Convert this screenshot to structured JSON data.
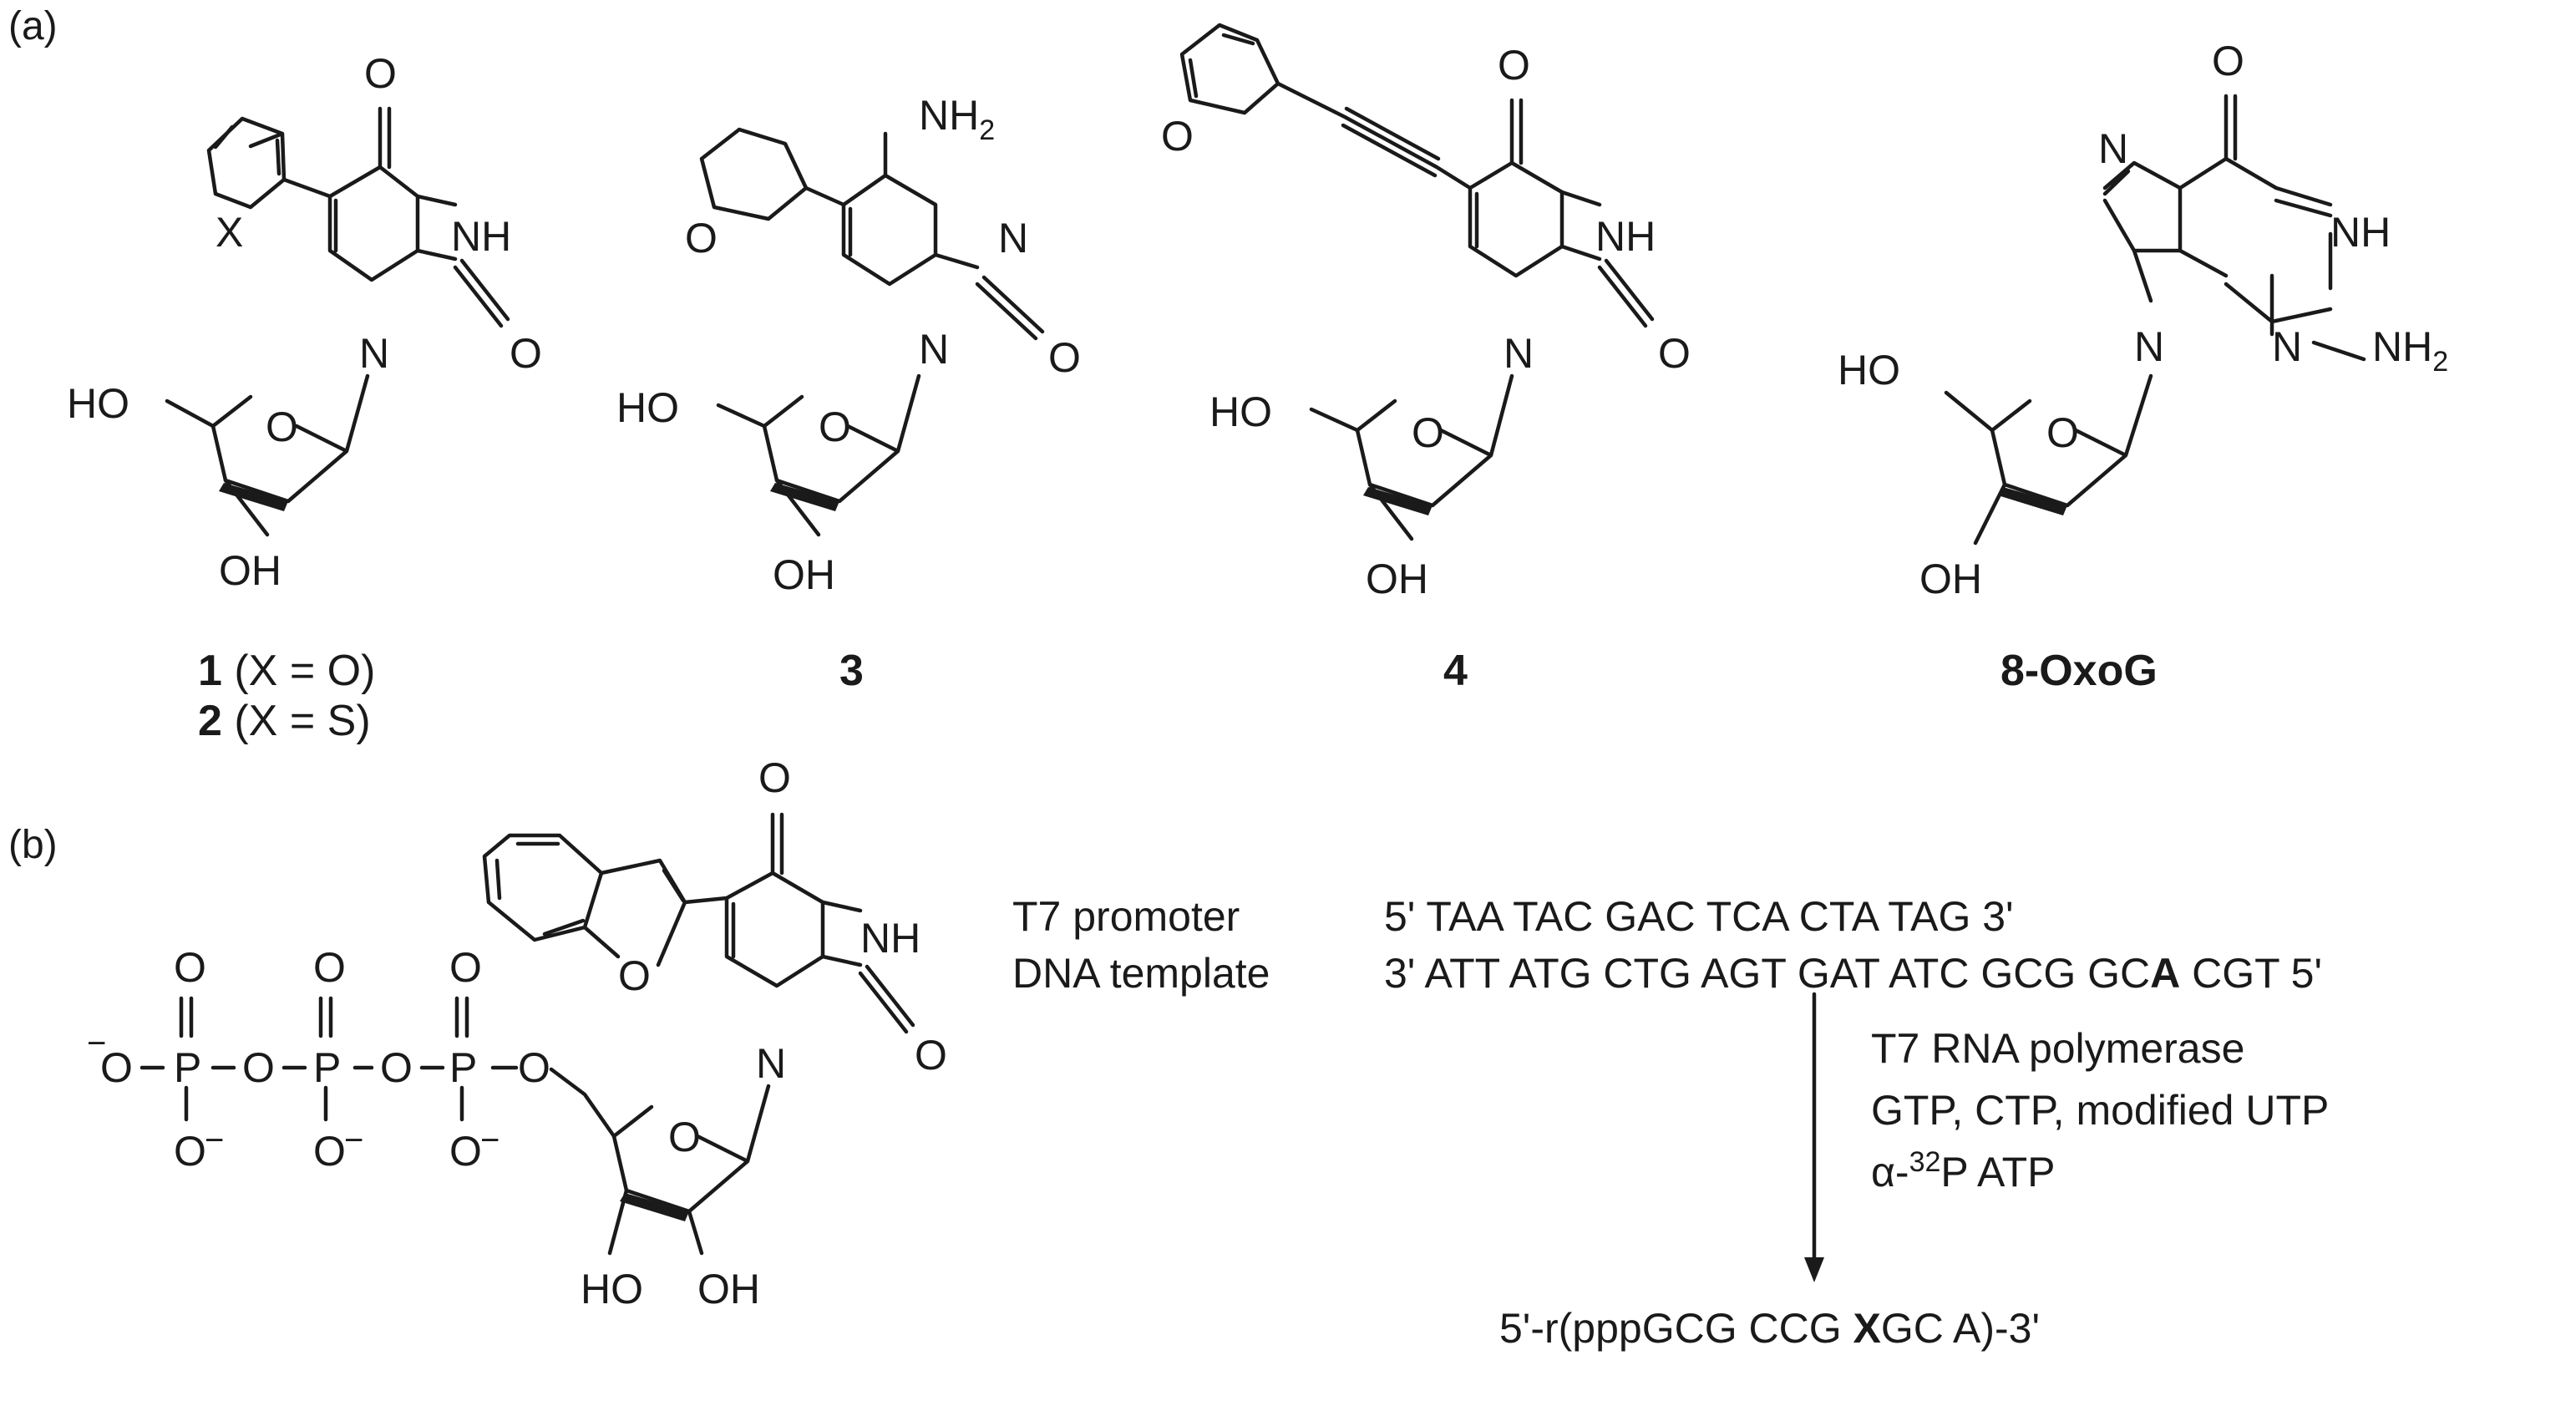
{
  "panels": {
    "a": "(a)",
    "b": "(b)"
  },
  "compounds": [
    {
      "id": "cmpd-1-2",
      "label_1": "1",
      "text_1": " (X = O)",
      "label_2": "2",
      "text_2": " (X = S)"
    },
    {
      "id": "cmpd-3",
      "label": "3"
    },
    {
      "id": "cmpd-4",
      "label": "4"
    },
    {
      "id": "cmpd-oxog",
      "label": "8-OxoG"
    }
  ],
  "atoms": {
    "O": "O",
    "NH": "NH",
    "N": "N",
    "X": "X",
    "HO": "HO",
    "OH": "OH",
    "NH2": "NH",
    "sub2": "2",
    "P": "P",
    "Ominus": "O",
    "minus": "−"
  },
  "scheme": {
    "promoter_label": "T7 promoter",
    "promoter_seq": "5' TAA TAC GAC TCA CTA TAG 3'",
    "template_label": "DNA template",
    "template_seq_pre": "3' ATT ATG CTG AGT GAT ATC GCG GC",
    "template_seq_bold": "A",
    "template_seq_post": " CGT 5'",
    "conditions": [
      "T7 RNA polymerase",
      "GTP, CTP, modified UTP"
    ],
    "alpha": "α-",
    "isotope": "32",
    "atp": "P ATP",
    "product_pre": "5'-r(pppGCG CCG ",
    "product_bold": "X",
    "product_post": "GC A)-3'"
  }
}
